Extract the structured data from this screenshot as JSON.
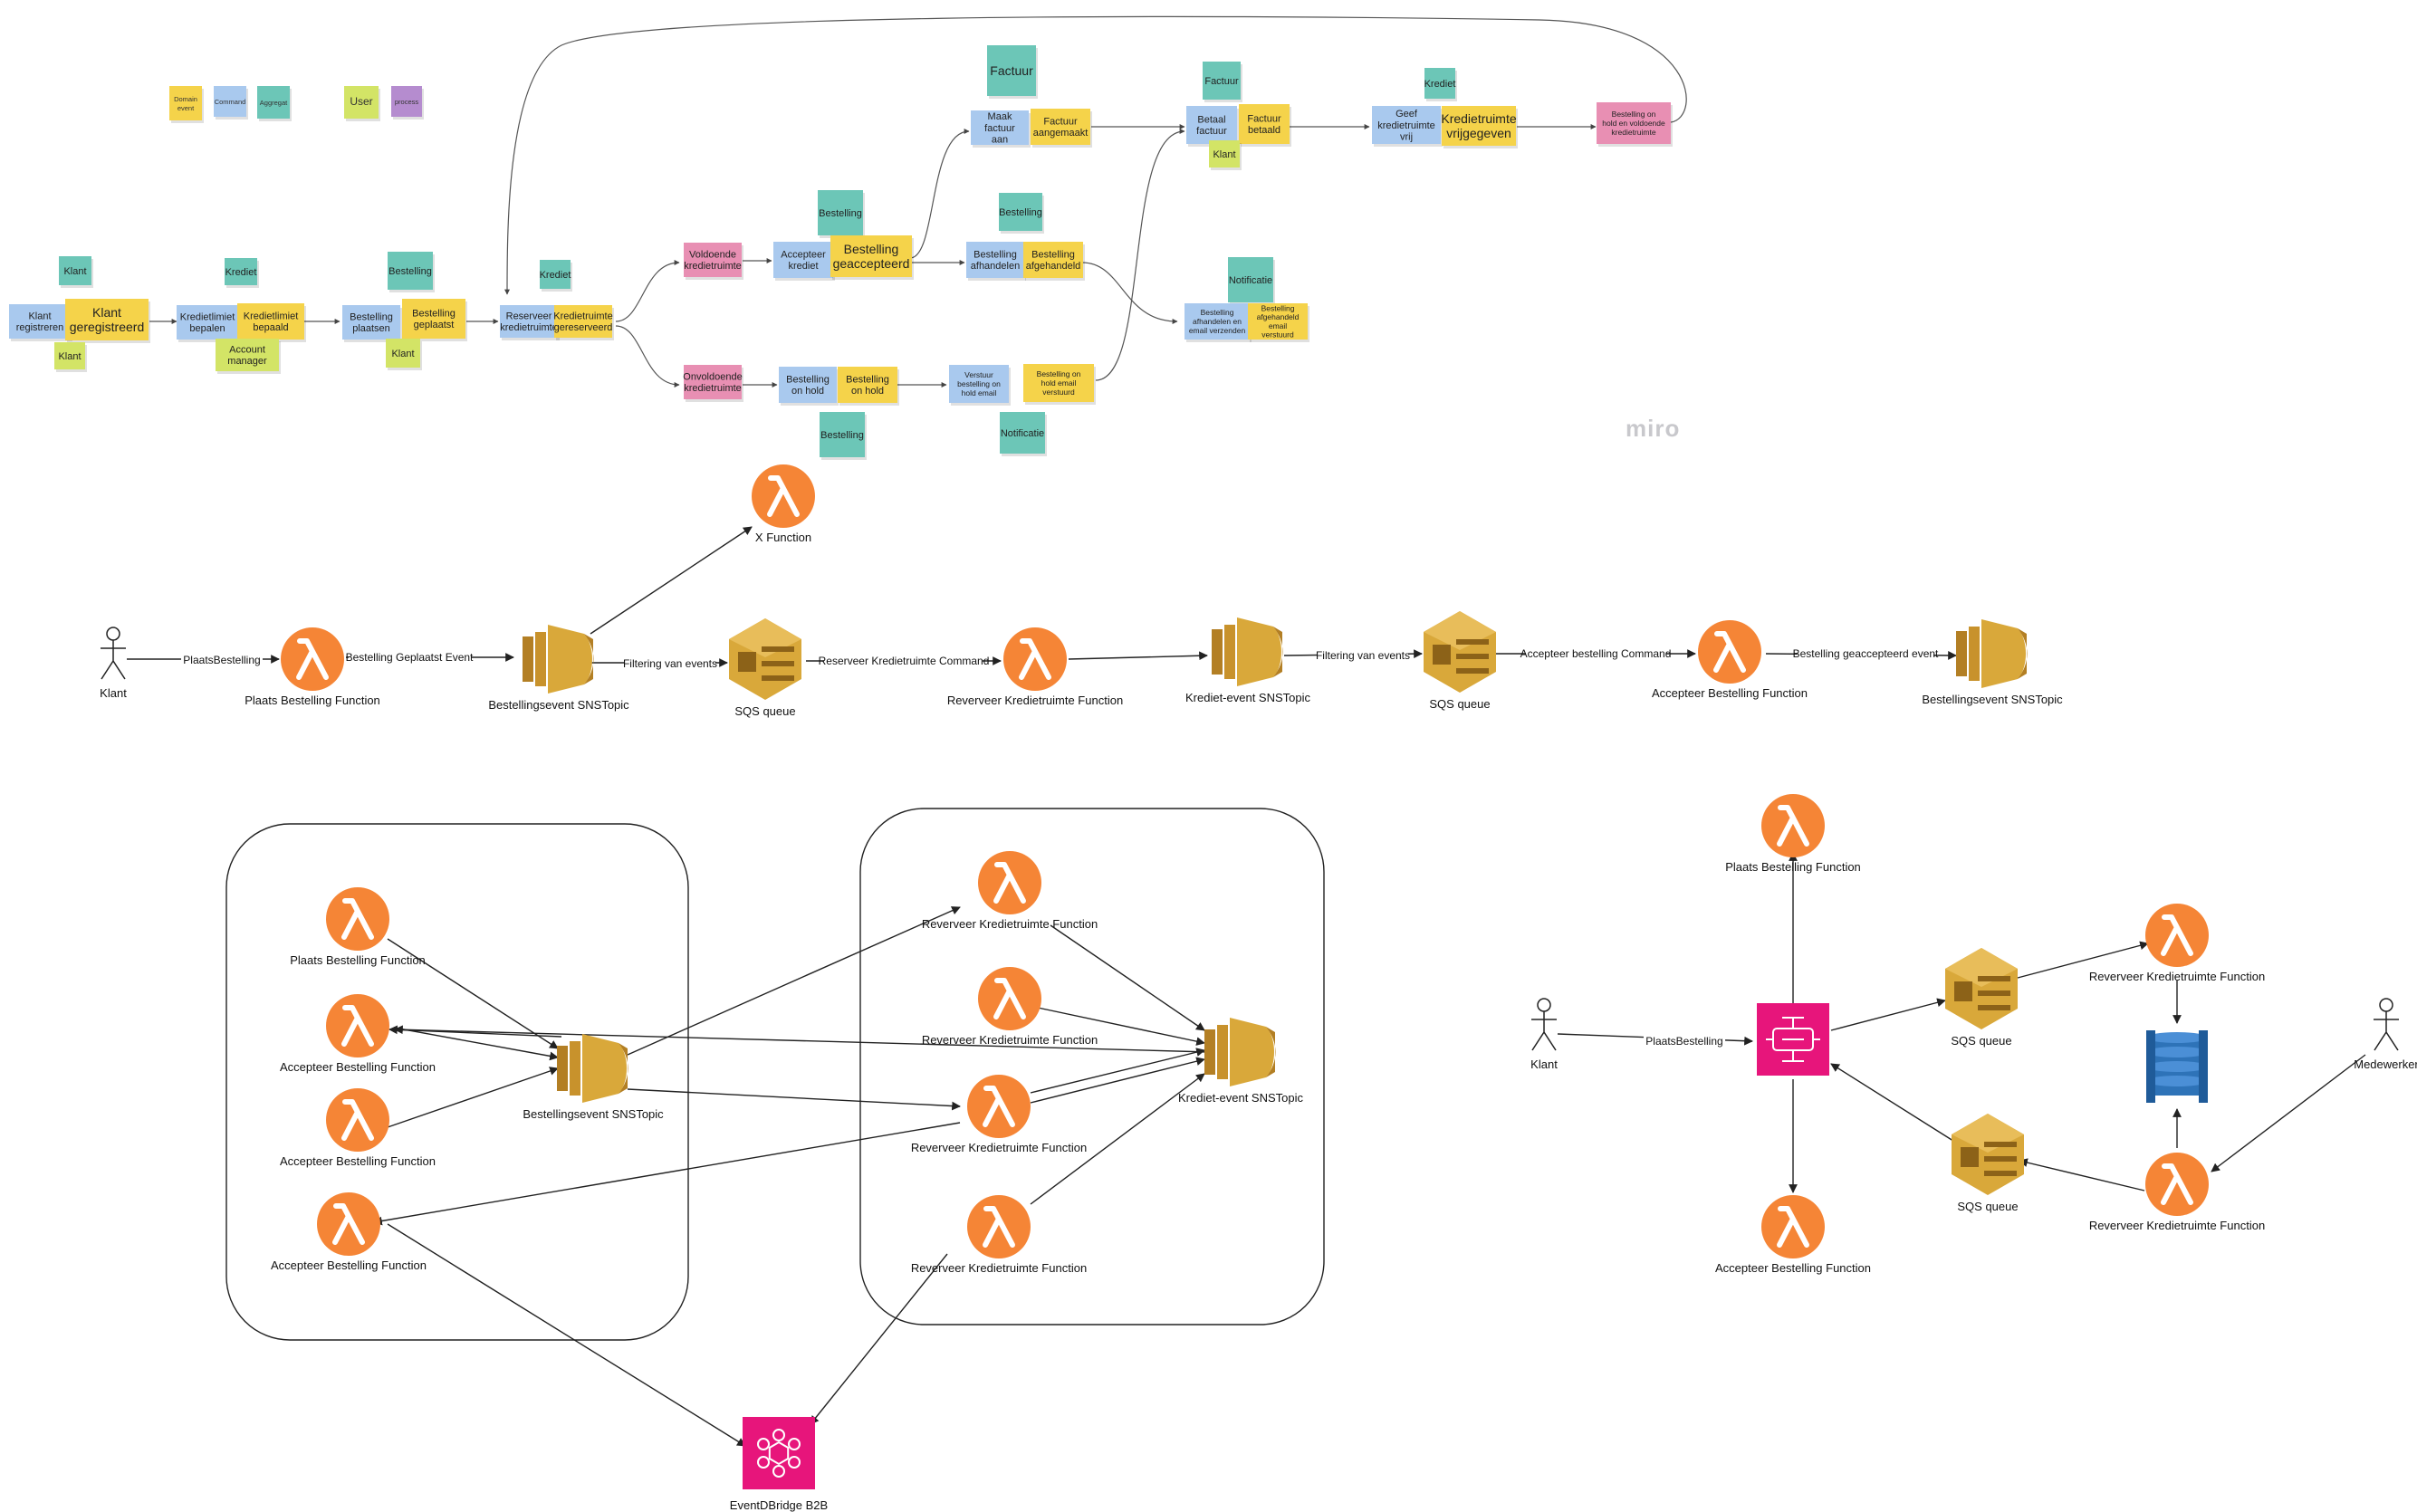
{
  "colors": {
    "domain_event": "#f5d34a",
    "command": "#a9c9ee",
    "aggregate": "#6cc6b7",
    "user": "#d3e466",
    "process": "#b58ccf",
    "policy": "#e88fb3",
    "lambda": "#f58536",
    "sns_sqs": "#d9a83a",
    "step": "#e7157b",
    "dynamo": "#2e73b8",
    "edge": "#222222",
    "miro": "#c8c8cc"
  },
  "miro_logo": "miro",
  "legend": [
    {
      "text": "Domain event",
      "kind": "domain_event"
    },
    {
      "text": "Command",
      "kind": "command"
    },
    {
      "text": "Aggregat",
      "kind": "aggregate"
    },
    {
      "text": "User",
      "kind": "user"
    },
    {
      "text": "process",
      "kind": "process"
    }
  ],
  "stickies": [
    {
      "id": "s1",
      "text": "Klant",
      "kind": "aggregate"
    },
    {
      "id": "s2",
      "text": "Klant registreren",
      "kind": "command"
    },
    {
      "id": "s3",
      "text": "Klant geregistreerd",
      "kind": "domain_event"
    },
    {
      "id": "s4",
      "text": "Klant",
      "kind": "user"
    },
    {
      "id": "s5",
      "text": "Krediet",
      "kind": "aggregate"
    },
    {
      "id": "s6",
      "text": "Kredietlimiet bepalen",
      "kind": "command"
    },
    {
      "id": "s7",
      "text": "Kredietlimiet bepaald",
      "kind": "domain_event"
    },
    {
      "id": "s8",
      "text": "Account manager",
      "kind": "user"
    },
    {
      "id": "s9",
      "text": "Bestelling",
      "kind": "aggregate"
    },
    {
      "id": "s10",
      "text": "Bestelling plaatsen",
      "kind": "command"
    },
    {
      "id": "s11",
      "text": "Bestelling geplaatst",
      "kind": "domain_event"
    },
    {
      "id": "s12",
      "text": "Klant",
      "kind": "user"
    },
    {
      "id": "s13",
      "text": "Krediet",
      "kind": "aggregate"
    },
    {
      "id": "s14",
      "text": "Reserveer kredietruimte",
      "kind": "command"
    },
    {
      "id": "s15",
      "text": "Kredietruimte gereserveerd",
      "kind": "domain_event"
    },
    {
      "id": "s16",
      "text": "Voldoende kredietruimte",
      "kind": "policy"
    },
    {
      "id": "s17",
      "text": "Onvoldoende kredietruimte",
      "kind": "policy"
    },
    {
      "id": "s18",
      "text": "Bestelling",
      "kind": "aggregate"
    },
    {
      "id": "s19",
      "text": "Accepteer krediet",
      "kind": "command"
    },
    {
      "id": "s20",
      "text": "Bestelling geaccepteerd",
      "kind": "domain_event"
    },
    {
      "id": "s21",
      "text": "Bestelling on hold",
      "kind": "command"
    },
    {
      "id": "s22",
      "text": "Bestelling on hold",
      "kind": "domain_event"
    },
    {
      "id": "s23",
      "text": "Bestelling",
      "kind": "aggregate"
    },
    {
      "id": "s24",
      "text": "Factuur",
      "kind": "aggregate"
    },
    {
      "id": "s25",
      "text": "Maak factuur aan",
      "kind": "command"
    },
    {
      "id": "s26",
      "text": "Factuur aangemaakt",
      "kind": "domain_event"
    },
    {
      "id": "s27",
      "text": "Bestelling",
      "kind": "aggregate"
    },
    {
      "id": "s28",
      "text": "Bestelling afhandelen",
      "kind": "command"
    },
    {
      "id": "s29",
      "text": "Bestelling afgehandeld",
      "kind": "domain_event"
    },
    {
      "id": "s30",
      "text": "Verstuur bestelling on hold email",
      "kind": "command"
    },
    {
      "id": "s31",
      "text": "Bestelling on hold email verstuurd",
      "kind": "domain_event"
    },
    {
      "id": "s32",
      "text": "Notificatie",
      "kind": "aggregate"
    },
    {
      "id": "s33",
      "text": "Factuur",
      "kind": "aggregate"
    },
    {
      "id": "s34",
      "text": "Betaal factuur",
      "kind": "command"
    },
    {
      "id": "s35",
      "text": "Factuur betaald",
      "kind": "domain_event"
    },
    {
      "id": "s36",
      "text": "Klant",
      "kind": "user"
    },
    {
      "id": "s37",
      "text": "Notificatie",
      "kind": "aggregate"
    },
    {
      "id": "s38",
      "text": "Bestelling afhandelen en email verzenden",
      "kind": "command"
    },
    {
      "id": "s39",
      "text": "Bestelling afgehandeld email verstuurd",
      "kind": "domain_event"
    },
    {
      "id": "s40",
      "text": "Krediet",
      "kind": "aggregate"
    },
    {
      "id": "s41",
      "text": "Geef kredietruimte vrij",
      "kind": "command"
    },
    {
      "id": "s42",
      "text": "Kredietruimte vrijgegeven",
      "kind": "domain_event"
    },
    {
      "id": "s43",
      "text": "Bestelling on hold en voldoende kredietruimte",
      "kind": "policy"
    }
  ],
  "nodes": [
    {
      "id": "xfn",
      "type": "lambda",
      "label": "X Function"
    },
    {
      "id": "klant1",
      "type": "actor",
      "label": "Klant"
    },
    {
      "id": "plaats1",
      "type": "lambda",
      "label": "Plaats Bestelling Function"
    },
    {
      "id": "bsns1",
      "type": "sns",
      "label": "Bestellingsevent SNSTopic"
    },
    {
      "id": "sqs1",
      "type": "sqs",
      "label": "SQS queue"
    },
    {
      "id": "rev1",
      "type": "lambda",
      "label": "Reverveer Kredietruimte Function"
    },
    {
      "id": "ksns1",
      "type": "sns",
      "label": "Krediet-event SNSTopic"
    },
    {
      "id": "sqs2",
      "type": "sqs",
      "label": "SQS queue"
    },
    {
      "id": "acc1",
      "type": "lambda",
      "label": "Accepteer Bestelling Function"
    },
    {
      "id": "bsns2",
      "type": "sns",
      "label": "Bestellingsevent SNSTopic"
    },
    {
      "id": "b_plaats",
      "type": "lambda",
      "label": "Plaats Bestelling Function"
    },
    {
      "id": "b_acc1",
      "type": "lambda",
      "label": "Accepteer Bestelling Function"
    },
    {
      "id": "b_acc2",
      "type": "lambda",
      "label": "Accepteer Bestelling Function"
    },
    {
      "id": "b_acc3",
      "type": "lambda",
      "label": "Accepteer Bestelling Function"
    },
    {
      "id": "b_bsns",
      "type": "sns",
      "label": "Bestellingsevent SNSTopic"
    },
    {
      "id": "b_rev1",
      "type": "lambda",
      "label": "Reverveer Kredietruimte Function"
    },
    {
      "id": "b_rev2",
      "type": "lambda",
      "label": "Reverveer Kredietruimte Function"
    },
    {
      "id": "b_rev3",
      "type": "lambda",
      "label": "Reverveer Kredietruimte Function"
    },
    {
      "id": "b_rev4",
      "type": "lambda",
      "label": "Reverveer Kredietruimte Function"
    },
    {
      "id": "b_ksns",
      "type": "sns",
      "label": "Krediet-event SNSTopic"
    },
    {
      "id": "eventbridge",
      "type": "eventbridge",
      "label": "EventDBridge B2B"
    },
    {
      "id": "r_plaats",
      "type": "lambda",
      "label": "Plaats Bestelling Function"
    },
    {
      "id": "r_klant",
      "type": "actor",
      "label": "Klant"
    },
    {
      "id": "r_step",
      "type": "stepfn",
      "label": ""
    },
    {
      "id": "r_acc",
      "type": "lambda",
      "label": "Accepteer Bestelling Function"
    },
    {
      "id": "r_sqs1",
      "type": "sqs",
      "label": "SQS queue"
    },
    {
      "id": "r_sqs2",
      "type": "sqs",
      "label": "SQS queue"
    },
    {
      "id": "r_rev1",
      "type": "lambda",
      "label": "Reverveer Kredietruimte Function"
    },
    {
      "id": "r_rev2",
      "type": "lambda",
      "label": "Reverveer Kredietruimte Function"
    },
    {
      "id": "r_dynamo",
      "type": "dynamodb",
      "label": ""
    },
    {
      "id": "r_mede",
      "type": "actor",
      "label": "Medewerker"
    }
  ],
  "edge_labels": {
    "e1": "PlaatsBestelling",
    "e2": "Bestelling Geplaatst Event",
    "e3": "Filtering van events",
    "e4": "Reserveer Kredietruimte Command",
    "e5": "Filtering van events",
    "e6": "Accepteer bestelling Command",
    "e7": "Bestelling geaccepteerd event",
    "e8": "PlaatsBestelling"
  }
}
